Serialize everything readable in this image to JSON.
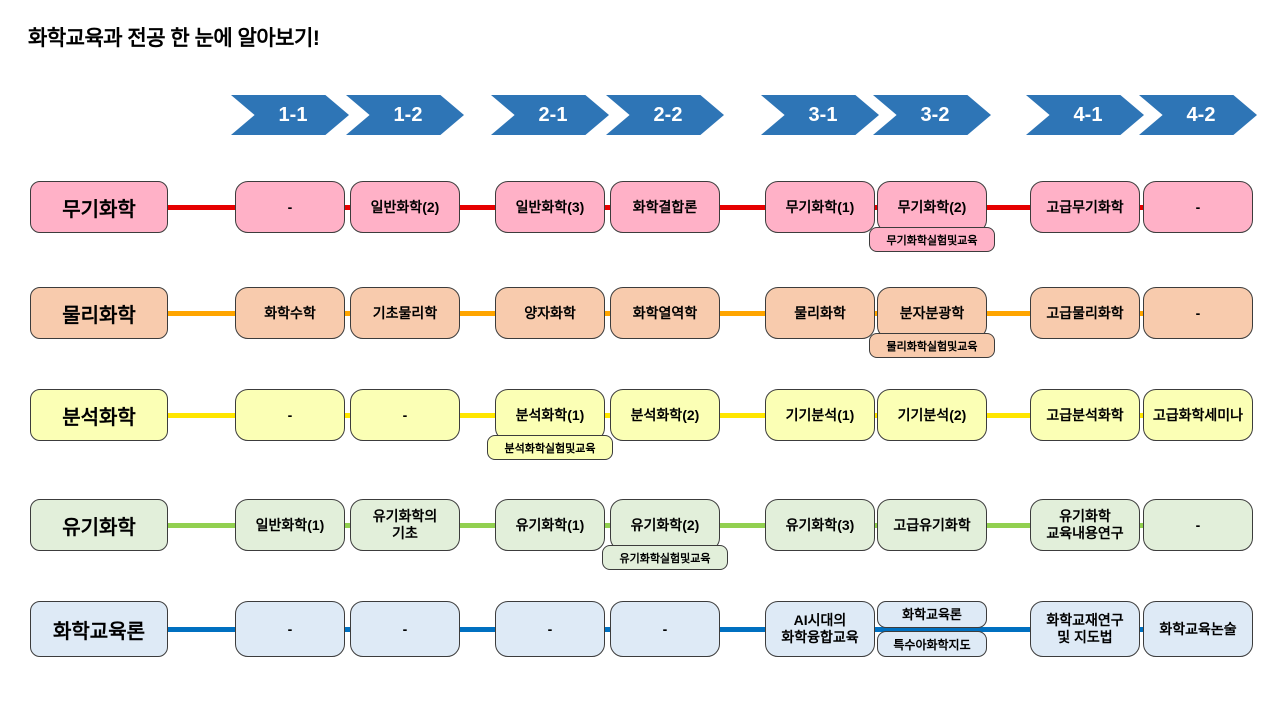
{
  "title": "화학교육과 전공 한 눈에 알아보기!",
  "semesters": [
    "1-1",
    "1-2",
    "2-1",
    "2-2",
    "3-1",
    "3-2",
    "4-1",
    "4-2"
  ],
  "colors": {
    "chevron_blue": "#2E75B6",
    "rows": [
      {
        "name": "inorganic",
        "fill": "#FFB1C7",
        "line": "#E60000"
      },
      {
        "name": "physical",
        "fill": "#F8CBAD",
        "line": "#FFA500"
      },
      {
        "name": "analytical",
        "fill": "#FBFFB5",
        "line": "#FFE600"
      },
      {
        "name": "organic",
        "fill": "#E2EFDA",
        "line": "#92D050"
      },
      {
        "name": "education",
        "fill": "#DEEAF6",
        "line": "#0070C0"
      }
    ]
  },
  "rows": [
    {
      "label": "무기화학",
      "courses": [
        "-",
        "일반화학(2)",
        "일반화학(3)",
        "화학결합론",
        "무기화학(1)",
        "무기화학(2)",
        "고급무기화학",
        "-"
      ],
      "subs": {
        "5": "무기화학실험및교육"
      }
    },
    {
      "label": "물리화학",
      "courses": [
        "화학수학",
        "기초물리학",
        "양자화학",
        "화학열역학",
        "물리화학",
        "분자분광학",
        "고급물리화학",
        "-"
      ],
      "subs": {
        "5": "물리화학실험및교육"
      }
    },
    {
      "label": "분석화학",
      "courses": [
        "-",
        "-",
        "분석화학(1)",
        "분석화학(2)",
        "기기분석(1)",
        "기기분석(2)",
        "고급분석화학",
        "고급화학세미나"
      ],
      "subs": {
        "2": "분석화학실험및교육"
      }
    },
    {
      "label": "유기화학",
      "courses": [
        "일반화학(1)",
        "유기화학의\n기초",
        "유기화학(1)",
        "유기화학(2)",
        "유기화학(3)",
        "고급유기화학",
        "유기화학\n교육내용연구",
        "-"
      ],
      "subs": {
        "3": "유기화학실험및교육"
      }
    },
    {
      "label": "화학교육론",
      "courses": [
        "-",
        "-",
        "-",
        "-",
        "AI시대의\n화학융합교육",
        "화학교육론",
        "화학교재연구\n및 지도법",
        "화학교육논술"
      ],
      "subs": {
        "5": "특수아화학지도"
      }
    }
  ]
}
